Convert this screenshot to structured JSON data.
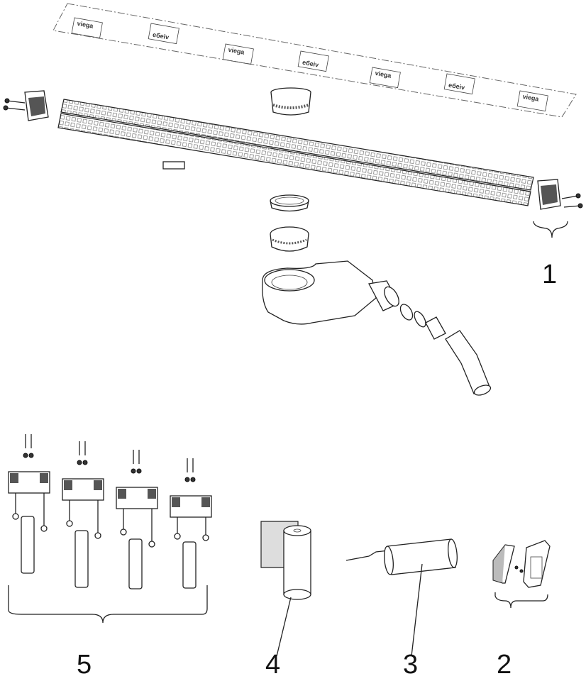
{
  "diagram": {
    "title": "Exploded view of shower channel drain set",
    "brand_logo_text": "viega",
    "callouts": [
      {
        "id": "1",
        "label": "1"
      },
      {
        "id": "2",
        "label": "2"
      },
      {
        "id": "3",
        "label": "3"
      },
      {
        "id": "4",
        "label": "4"
      },
      {
        "id": "5",
        "label": "5"
      }
    ]
  }
}
